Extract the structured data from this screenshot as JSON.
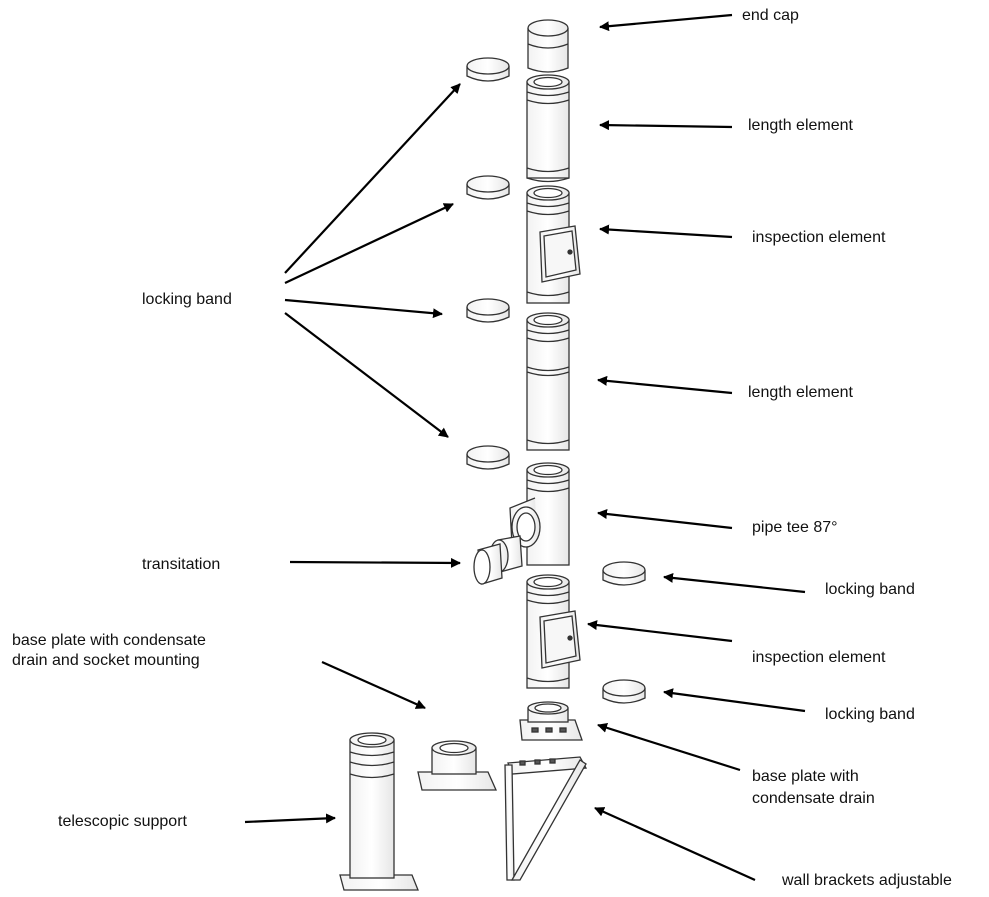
{
  "labels": {
    "end_cap": "end cap",
    "length_element_top": "length element",
    "inspection_element_top": "inspection element",
    "locking_band_left": "locking band",
    "length_element_mid": "length element",
    "pipe_tee": "pipe tee 87°",
    "transitation": "transitation",
    "locking_band_right_top": "locking band",
    "inspection_element_bottom": "inspection element",
    "base_plate_socket_line1": "base plate with condensate",
    "base_plate_socket_line2": "drain and socket mounting",
    "locking_band_right_bottom": "locking band",
    "base_plate_drain_line1": "base plate with",
    "base_plate_drain_line2": "condensate drain",
    "telescopic_support": "telescopic support",
    "wall_brackets": "wall brackets adjustable"
  }
}
